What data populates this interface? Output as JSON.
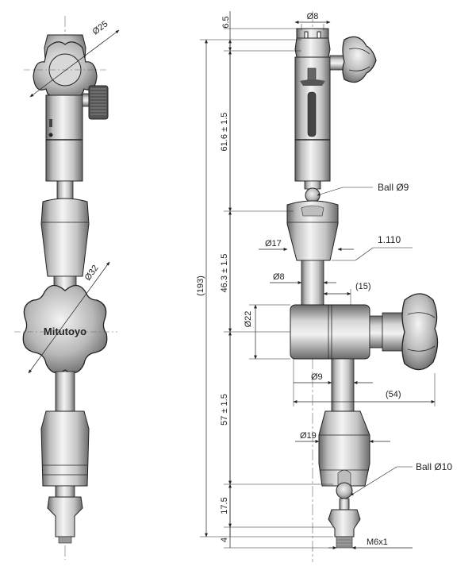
{
  "brand": {
    "logo_text": "Mitutoyo"
  },
  "dims": {
    "d25": "Ø25",
    "d32": "Ø32",
    "d8_top": "Ø8",
    "d17": "Ø17",
    "d8_mid": "Ø8",
    "d22": "Ø22",
    "d9": "Ø9",
    "d19": "Ø19",
    "w15": "(15)",
    "w54": "(54)",
    "v6_5": "6.5",
    "v61_6": "61.6 ± 1.5",
    "v46_3": "46.3 ± 1.5",
    "v57": "57 ± 1.5",
    "v17_5": "17.5",
    "v4": "4",
    "v193": "(193)",
    "m6": "M6x1"
  },
  "callouts": {
    "ball9": "Ball Ø9",
    "ball10": "Ball Ø10",
    "taper": "1.110"
  },
  "colors": {
    "metal_light": "#e6e6e6",
    "metal_mid": "#a8a8a8",
    "metal_dark": "#555555",
    "line": "#222222"
  }
}
